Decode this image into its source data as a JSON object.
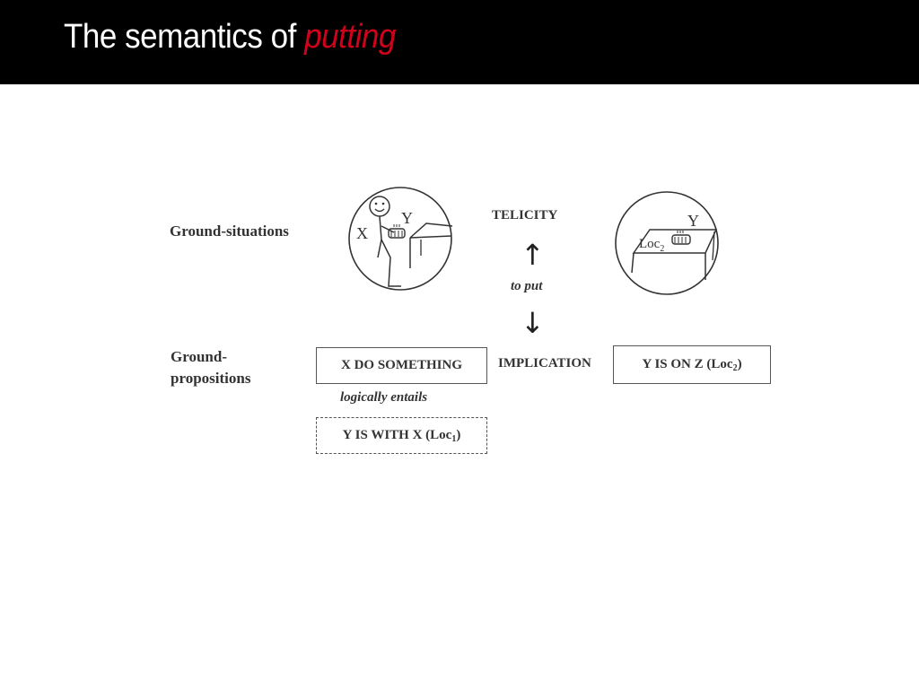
{
  "header": {
    "title_prefix": "The semantics of ",
    "title_emphasis": "putting",
    "accent_color": "#d0021b"
  },
  "diagram": {
    "ground_situations_label": "Ground-situations",
    "ground_propositions_label_line1": "Ground-",
    "ground_propositions_label_line2": "propositions",
    "telicity": "TELICITY",
    "to_put": "to put",
    "implication": "IMPLICATION",
    "logically_entails": "logically entails",
    "box_x_do": "X DO SOMETHING",
    "box_y_on_prefix": "Y IS ON Z (Loc",
    "box_y_on_sub": "2",
    "box_y_on_suffix": ")",
    "box_y_with_prefix": "Y IS WITH X (Loc",
    "box_y_with_sub": "1",
    "box_y_with_suffix": ")",
    "up_arrow": "↑",
    "down_arrow": "↓",
    "situation1": {
      "x_label": "X",
      "y_label": "Y"
    },
    "situation2": {
      "y_label": "Y",
      "loc_label": "Loc",
      "loc_sub": "2"
    }
  }
}
